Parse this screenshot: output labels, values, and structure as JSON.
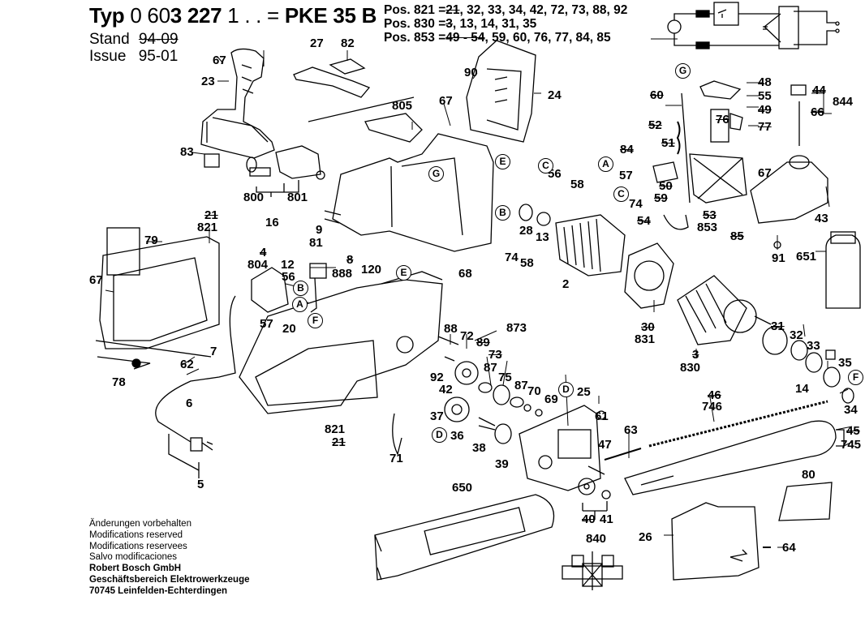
{
  "header": {
    "type_prefix": "Typ",
    "type_number_a": "0 60",
    "type_number_b": "3 227",
    "type_number_c": " 1 . . = ",
    "model": "PKE 35 B",
    "stand_label": "Stand",
    "stand_value": "94-09",
    "issue_label": "Issue",
    "issue_value": "95-01"
  },
  "position_notes": [
    {
      "pos": "Pos. 821 =",
      "struck": "21",
      "rest": ", 32, 33, 34, 42, 72, 73, 88, 92"
    },
    {
      "pos": "Pos. 830 =",
      "struck": "3",
      "rest": ", 13, 14, 31, 35"
    },
    {
      "pos": "Pos. 853 =",
      "struck": "49 - 54",
      "rest": ", 59, 60, 76, 77, 84, 85"
    }
  ],
  "footer": {
    "lines": [
      "Änderungen vorbehalten",
      "Modifications reserved",
      "Modifications reservees",
      "Salvo modificaciones"
    ],
    "company": [
      "Robert Bosch GmbH",
      "Geschäftsbereich Elektrowerkzeuge",
      "70745 Leinfelden-Echterdingen"
    ]
  },
  "wiring_diagram": {
    "components": [
      "motor",
      "switch",
      "capacitor",
      "interference-suppressor",
      "mains-terminals"
    ]
  },
  "part_labels": [
    {
      "id": "67a",
      "text": "67",
      "struck": false
    },
    {
      "id": "23",
      "text": "23",
      "struck": false
    },
    {
      "id": "27",
      "text": "27",
      "struck": false
    },
    {
      "id": "82",
      "text": "82",
      "struck": false
    },
    {
      "id": "83",
      "text": "83",
      "struck": false
    },
    {
      "id": "800",
      "text": "800",
      "struck": false
    },
    {
      "id": "801",
      "text": "801",
      "struck": false
    },
    {
      "id": "16",
      "text": "16",
      "struck": false
    },
    {
      "id": "9",
      "text": "9",
      "struck": false
    },
    {
      "id": "81",
      "text": "81",
      "struck": false
    },
    {
      "id": "8",
      "text": "8",
      "struck": true
    },
    {
      "id": "888",
      "text": "888",
      "struck": false
    },
    {
      "id": "120",
      "text": "120",
      "struck": false
    },
    {
      "id": "90",
      "text": "90",
      "struck": false
    },
    {
      "id": "24",
      "text": "24",
      "struck": false
    },
    {
      "id": "805",
      "text": "805",
      "struck": false
    },
    {
      "id": "67b",
      "text": "67",
      "struck": false
    },
    {
      "id": "56a",
      "text": "56",
      "struck": false
    },
    {
      "id": "58a",
      "text": "58",
      "struck": false
    },
    {
      "id": "28",
      "text": "28",
      "struck": false
    },
    {
      "id": "13",
      "text": "13",
      "struck": false
    },
    {
      "id": "74a",
      "text": "74",
      "struck": false
    },
    {
      "id": "58b",
      "text": "58",
      "struck": false
    },
    {
      "id": "2",
      "text": "2",
      "struck": false
    },
    {
      "id": "68",
      "text": "68",
      "struck": false
    },
    {
      "id": "21a",
      "text": "21",
      "struck": true
    },
    {
      "id": "821a",
      "text": "821",
      "struck": false
    },
    {
      "id": "79",
      "text": "79",
      "struck": false
    },
    {
      "id": "67c",
      "text": "67",
      "struck": false
    },
    {
      "id": "4",
      "text": "4",
      "struck": true
    },
    {
      "id": "804",
      "text": "804",
      "struck": false
    },
    {
      "id": "12",
      "text": "12",
      "struck": false
    },
    {
      "id": "56b",
      "text": "56",
      "struck": false
    },
    {
      "id": "57a",
      "text": "57",
      "struck": false
    },
    {
      "id": "20",
      "text": "20",
      "struck": false
    },
    {
      "id": "7",
      "text": "7",
      "struck": false
    },
    {
      "id": "62",
      "text": "62",
      "struck": false
    },
    {
      "id": "78",
      "text": "78",
      "struck": false
    },
    {
      "id": "6",
      "text": "6",
      "struck": false
    },
    {
      "id": "5",
      "text": "5",
      "struck": false
    },
    {
      "id": "821b",
      "text": "821",
      "struck": false
    },
    {
      "id": "21b",
      "text": "21",
      "struck": true
    },
    {
      "id": "71",
      "text": "71",
      "struck": false
    },
    {
      "id": "88",
      "text": "88",
      "struck": false
    },
    {
      "id": "72",
      "text": "72",
      "struck": false
    },
    {
      "id": "89",
      "text": "89",
      "struck": true
    },
    {
      "id": "873",
      "text": "873",
      "struck": false
    },
    {
      "id": "73",
      "text": "73",
      "struck": true
    },
    {
      "id": "92",
      "text": "92",
      "struck": false
    },
    {
      "id": "42",
      "text": "42",
      "struck": false
    },
    {
      "id": "87a",
      "text": "87",
      "struck": false
    },
    {
      "id": "75",
      "text": "75",
      "struck": false
    },
    {
      "id": "87b",
      "text": "87",
      "struck": false
    },
    {
      "id": "70",
      "text": "70",
      "struck": false
    },
    {
      "id": "69",
      "text": "69",
      "struck": false
    },
    {
      "id": "37",
      "text": "37",
      "struck": false
    },
    {
      "id": "36",
      "text": "36",
      "struck": false
    },
    {
      "id": "38",
      "text": "38",
      "struck": false
    },
    {
      "id": "39",
      "text": "39",
      "struck": false
    },
    {
      "id": "25",
      "text": "25",
      "struck": false
    },
    {
      "id": "61",
      "text": "61",
      "struck": false
    },
    {
      "id": "47",
      "text": "47",
      "struck": false
    },
    {
      "id": "63",
      "text": "63",
      "struck": false
    },
    {
      "id": "650",
      "text": "650",
      "struck": false
    },
    {
      "id": "40",
      "text": "40",
      "struck": true
    },
    {
      "id": "41",
      "text": "41",
      "struck": false
    },
    {
      "id": "840",
      "text": "840",
      "struck": false
    },
    {
      "id": "26",
      "text": "26",
      "struck": false
    },
    {
      "id": "64",
      "text": "64",
      "struck": false
    },
    {
      "id": "80",
      "text": "80",
      "struck": false
    },
    {
      "id": "30",
      "text": "30",
      "struck": true
    },
    {
      "id": "831",
      "text": "831",
      "struck": false
    },
    {
      "id": "3",
      "text": "3",
      "struck": true
    },
    {
      "id": "830",
      "text": "830",
      "struck": false
    },
    {
      "id": "31",
      "text": "31",
      "struck": true
    },
    {
      "id": "32",
      "text": "32",
      "struck": false
    },
    {
      "id": "33",
      "text": "33",
      "struck": false
    },
    {
      "id": "35",
      "text": "35",
      "struck": false
    },
    {
      "id": "14",
      "text": "14",
      "struck": false
    },
    {
      "id": "34",
      "text": "34",
      "struck": false
    },
    {
      "id": "46",
      "text": "46",
      "struck": true
    },
    {
      "id": "746",
      "text": "746",
      "struck": false
    },
    {
      "id": "45",
      "text": "45",
      "struck": true
    },
    {
      "id": "745",
      "text": "745",
      "struck": false
    },
    {
      "id": "651",
      "text": "651",
      "struck": false
    },
    {
      "id": "91",
      "text": "91",
      "struck": false
    },
    {
      "id": "48",
      "text": "48",
      "struck": false
    },
    {
      "id": "55",
      "text": "55",
      "struck": false
    },
    {
      "id": "60",
      "text": "60",
      "struck": true
    },
    {
      "id": "49",
      "text": "49",
      "struck": true
    },
    {
      "id": "52",
      "text": "52",
      "struck": true
    },
    {
      "id": "76",
      "text": "76",
      "struck": true
    },
    {
      "id": "77",
      "text": "77",
      "struck": true
    },
    {
      "id": "84",
      "text": "84",
      "struck": true
    },
    {
      "id": "51",
      "text": "51",
      "struck": true
    },
    {
      "id": "57b",
      "text": "57",
      "struck": false
    },
    {
      "id": "50",
      "text": "50",
      "struck": true
    },
    {
      "id": "74b",
      "text": "74",
      "struck": false
    },
    {
      "id": "59",
      "text": "59",
      "struck": true
    },
    {
      "id": "54",
      "text": "54",
      "struck": true
    },
    {
      "id": "53",
      "text": "53",
      "struck": true
    },
    {
      "id": "853",
      "text": "853",
      "struck": false
    },
    {
      "id": "85",
      "text": "85",
      "struck": true
    },
    {
      "id": "67d",
      "text": "67",
      "struck": false
    },
    {
      "id": "43",
      "text": "43",
      "struck": false
    },
    {
      "id": "44",
      "text": "44",
      "struck": true
    },
    {
      "id": "66",
      "text": "66",
      "struck": true
    },
    {
      "id": "844",
      "text": "844",
      "struck": false
    }
  ],
  "connector_markers": [
    {
      "id": "E1",
      "text": "E"
    },
    {
      "id": "G1",
      "text": "G"
    },
    {
      "id": "C1",
      "text": "C"
    },
    {
      "id": "B1",
      "text": "B"
    },
    {
      "id": "E2",
      "text": "E"
    },
    {
      "id": "B2",
      "text": "B"
    },
    {
      "id": "A1",
      "text": "A"
    },
    {
      "id": "F1",
      "text": "F"
    },
    {
      "id": "D1",
      "text": "D"
    },
    {
      "id": "D2",
      "text": "D"
    },
    {
      "id": "F2",
      "text": "F"
    },
    {
      "id": "G2",
      "text": "G"
    },
    {
      "id": "A2",
      "text": "A"
    },
    {
      "id": "C2",
      "text": "C"
    }
  ]
}
